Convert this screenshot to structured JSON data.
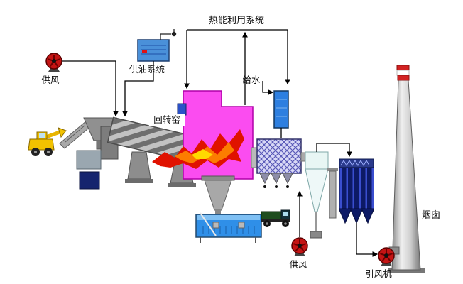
{
  "labels": {
    "heat_energy_system": "热能利用系统",
    "oil_supply_system": "供油系统",
    "air_supply_left": "供风",
    "air_supply_bottom": "供风",
    "rotary_kiln": "回转窑",
    "feed_water": "给水",
    "chimney": "烟囱",
    "induced_draft_fan": "引风机"
  },
  "colors": {
    "chamber_pink": "#fb4cf0",
    "flame_red": "#e01200",
    "flame_orange": "#ff8a00",
    "flame_yellow": "#ffd900",
    "water_blue": "#2f8fe8",
    "oil_tank_blue": "#4a90d9",
    "fan_red": "#c41414",
    "bag_filter_navy": "#0d1a66",
    "economizer_blue": "#2d7fe0"
  }
}
